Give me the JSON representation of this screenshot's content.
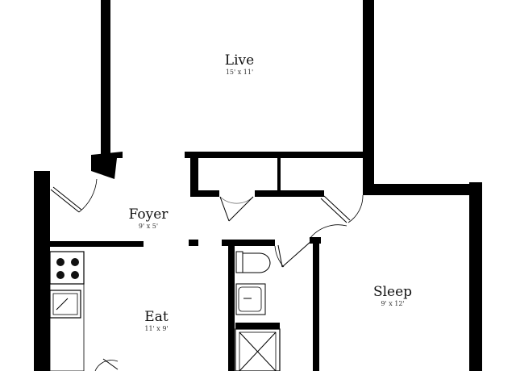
{
  "floor_plan": {
    "rooms": [
      {
        "id": "live",
        "name": "Live",
        "dimensions": "15' x 11'"
      },
      {
        "id": "foyer",
        "name": "Foyer",
        "dimensions": "9' x 5'"
      },
      {
        "id": "sleep",
        "name": "Sleep",
        "dimensions": "9' x 12'"
      },
      {
        "id": "eat",
        "name": "Eat",
        "dimensions": "11' x 9'"
      }
    ],
    "fixtures": [
      "stove-icon",
      "sink-icon",
      "toilet-icon",
      "bathroom-sink-icon",
      "shower-icon"
    ],
    "colors": {
      "wall": "#000000",
      "background": "#ffffff"
    }
  }
}
